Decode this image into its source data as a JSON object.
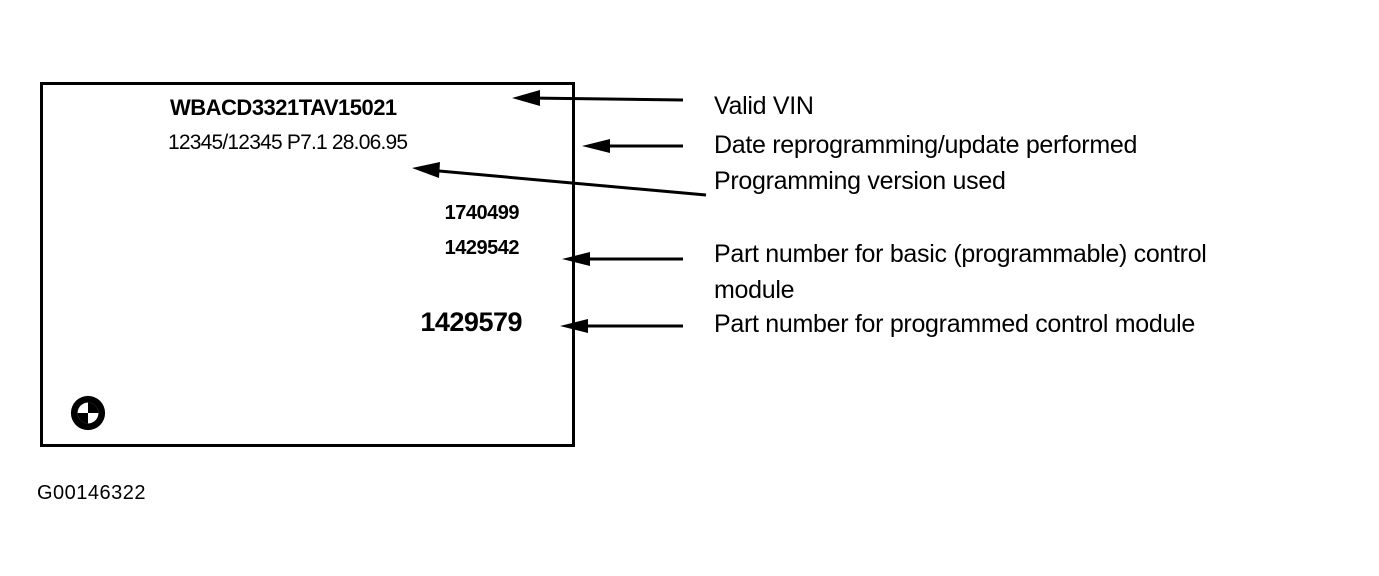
{
  "label": {
    "vin": "WBACD3321TAV15021",
    "programming_line": "12345/12345  P7.1  28.06.95",
    "part_numbers": [
      "1740499",
      "1429542",
      "1429579"
    ]
  },
  "callouts": {
    "valid_vin": "Valid VIN",
    "date": "Date reprogramming/update performed",
    "version": "Programming version used",
    "basic_part": "Part number for basic (programmable) control\nmodule",
    "programmed_part": "Part number for programmed control module"
  },
  "figure_id": "G00146322",
  "logo_icon": "bmw-roundel-icon"
}
